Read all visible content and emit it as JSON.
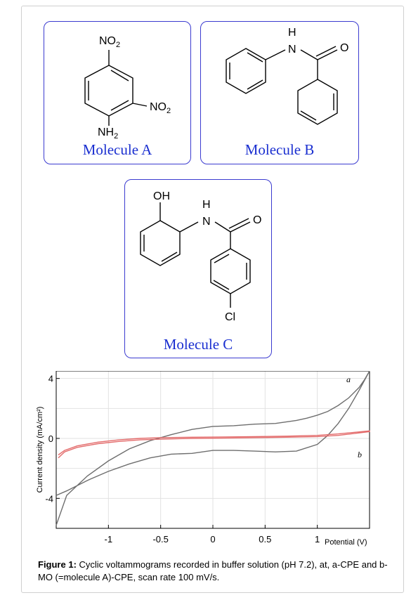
{
  "molecules": {
    "a": {
      "caption": "Molecule A",
      "atoms": {
        "no2_top": "NO",
        "no2_right": "NO",
        "nh2": "NH",
        "sub2": "2"
      }
    },
    "b": {
      "caption": "Molecule B",
      "atoms": {
        "h": "H",
        "n": "N",
        "o": "O"
      }
    },
    "c": {
      "caption": "Molecule C",
      "atoms": {
        "oh": "OH",
        "h": "H",
        "n": "N",
        "o": "O",
        "cl": "Cl"
      }
    }
  },
  "chart_data": {
    "type": "line",
    "xlabel": "Potential (V)",
    "ylabel": "Current density (mA/cm²)",
    "xlim": [
      -1.5,
      1.5
    ],
    "ylim": [
      -6,
      4.5
    ],
    "x_ticks": [
      "-1",
      "-0.5",
      "0",
      "0.5",
      "1"
    ],
    "x_tick_values": [
      -1,
      -0.5,
      0,
      0.5,
      1
    ],
    "y_ticks": [
      "4",
      "0",
      "-4"
    ],
    "y_tick_values": [
      4,
      0,
      -4
    ],
    "grid": true,
    "series": [
      {
        "name": "a",
        "color": "#6e6e6e",
        "x": [
          -1.5,
          -1.4,
          -1.2,
          -1.0,
          -0.8,
          -0.6,
          -0.4,
          -0.2,
          0.0,
          0.2,
          0.4,
          0.6,
          0.8,
          1.0,
          1.1,
          1.2,
          1.3,
          1.4,
          1.5,
          1.45,
          1.4,
          1.3,
          1.2,
          1.1,
          1.0,
          0.9,
          0.8,
          0.6,
          0.4,
          0.2,
          0.0,
          -0.2,
          -0.4,
          -0.6,
          -0.8,
          -1.0,
          -1.2,
          -1.4,
          -1.5
        ],
        "y": [
          -3.8,
          -3.5,
          -2.8,
          -2.2,
          -1.7,
          -1.3,
          -1.05,
          -1.0,
          -0.8,
          -0.8,
          -0.85,
          -0.9,
          -0.85,
          -0.4,
          0.2,
          1.0,
          2.0,
          3.2,
          4.5,
          3.9,
          3.4,
          2.7,
          2.2,
          1.8,
          1.55,
          1.35,
          1.2,
          1.0,
          0.95,
          0.85,
          0.8,
          0.6,
          0.25,
          -0.15,
          -0.7,
          -1.5,
          -2.5,
          -3.8,
          -5.8
        ]
      },
      {
        "name": "b",
        "color": "#e36b6b",
        "x": [
          -1.48,
          -1.42,
          -1.3,
          -1.1,
          -0.9,
          -0.7,
          -0.5,
          -0.2,
          0.1,
          0.4,
          0.7,
          1.0,
          1.2,
          1.5,
          1.5,
          1.2,
          1.0,
          0.7,
          0.4,
          0.1,
          -0.2,
          -0.5,
          -0.7,
          -0.9,
          -1.1,
          -1.3,
          -1.42,
          -1.48
        ],
        "y": [
          -1.3,
          -0.9,
          -0.6,
          -0.35,
          -0.2,
          -0.1,
          -0.05,
          0.0,
          0.02,
          0.05,
          0.08,
          0.12,
          0.2,
          0.45,
          0.5,
          0.3,
          0.2,
          0.15,
          0.12,
          0.1,
          0.08,
          0.05,
          0.0,
          -0.1,
          -0.25,
          -0.5,
          -0.8,
          -1.1
        ]
      }
    ]
  },
  "figure_caption": {
    "label": "Figure 1:",
    "text": " Cyclic voltammograms recorded in buffer solution (pH 7.2), at, a-CPE and b-MO (=molecule A)-CPE, scan rate 100 mV/s."
  }
}
